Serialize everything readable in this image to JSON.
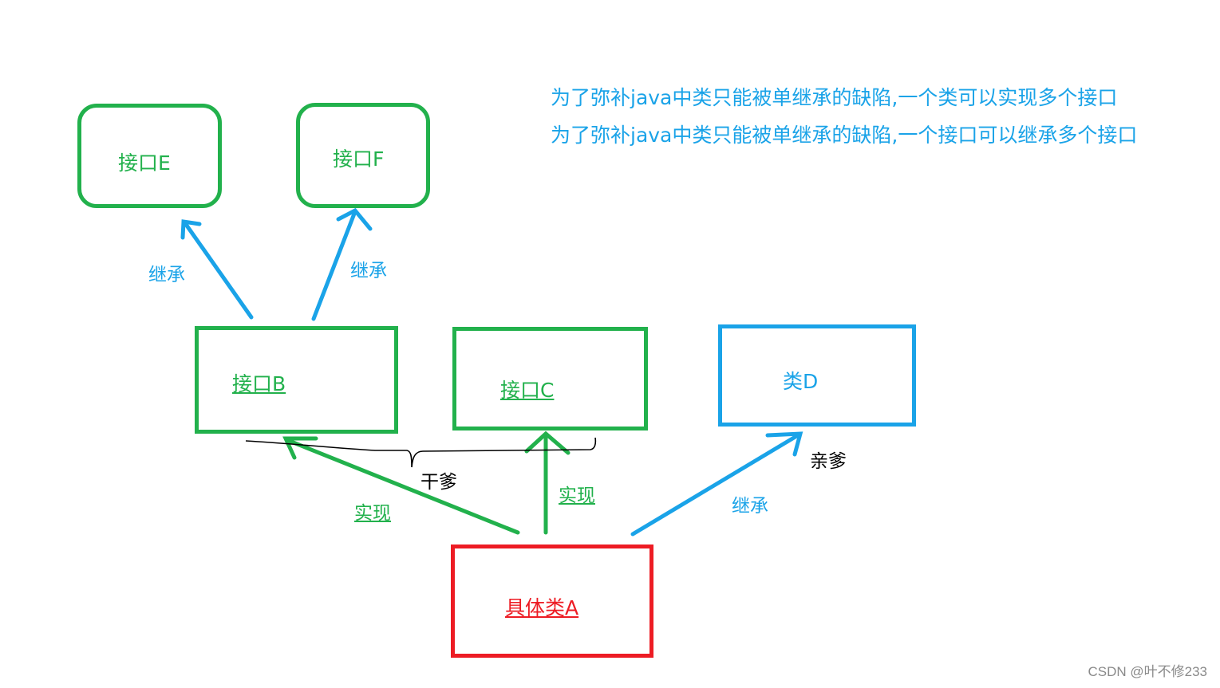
{
  "notes": [
    "为了弥补java中类只能被单继承的缺陷,一个类可以实现多个接口",
    "为了弥补java中类只能被单继承的缺陷,一个接口可以继承多个接口"
  ],
  "nodes": {
    "e": "接口E",
    "f": "接口F",
    "b": "接口B",
    "c": "接口C",
    "d": "类D",
    "a": "具体类A"
  },
  "edge_labels": {
    "b_to_e": "继承",
    "b_to_f": "继承",
    "a_to_b": "实现",
    "a_to_c": "实现",
    "a_to_d": "继承"
  },
  "annotations": {
    "godfather": "干爹",
    "father": "亲爹"
  },
  "watermark": "CSDN @叶不修233",
  "colors": {
    "green": "#22b14c",
    "blue": "#1aa3e8",
    "red": "#ed1c24",
    "black": "#000000"
  }
}
